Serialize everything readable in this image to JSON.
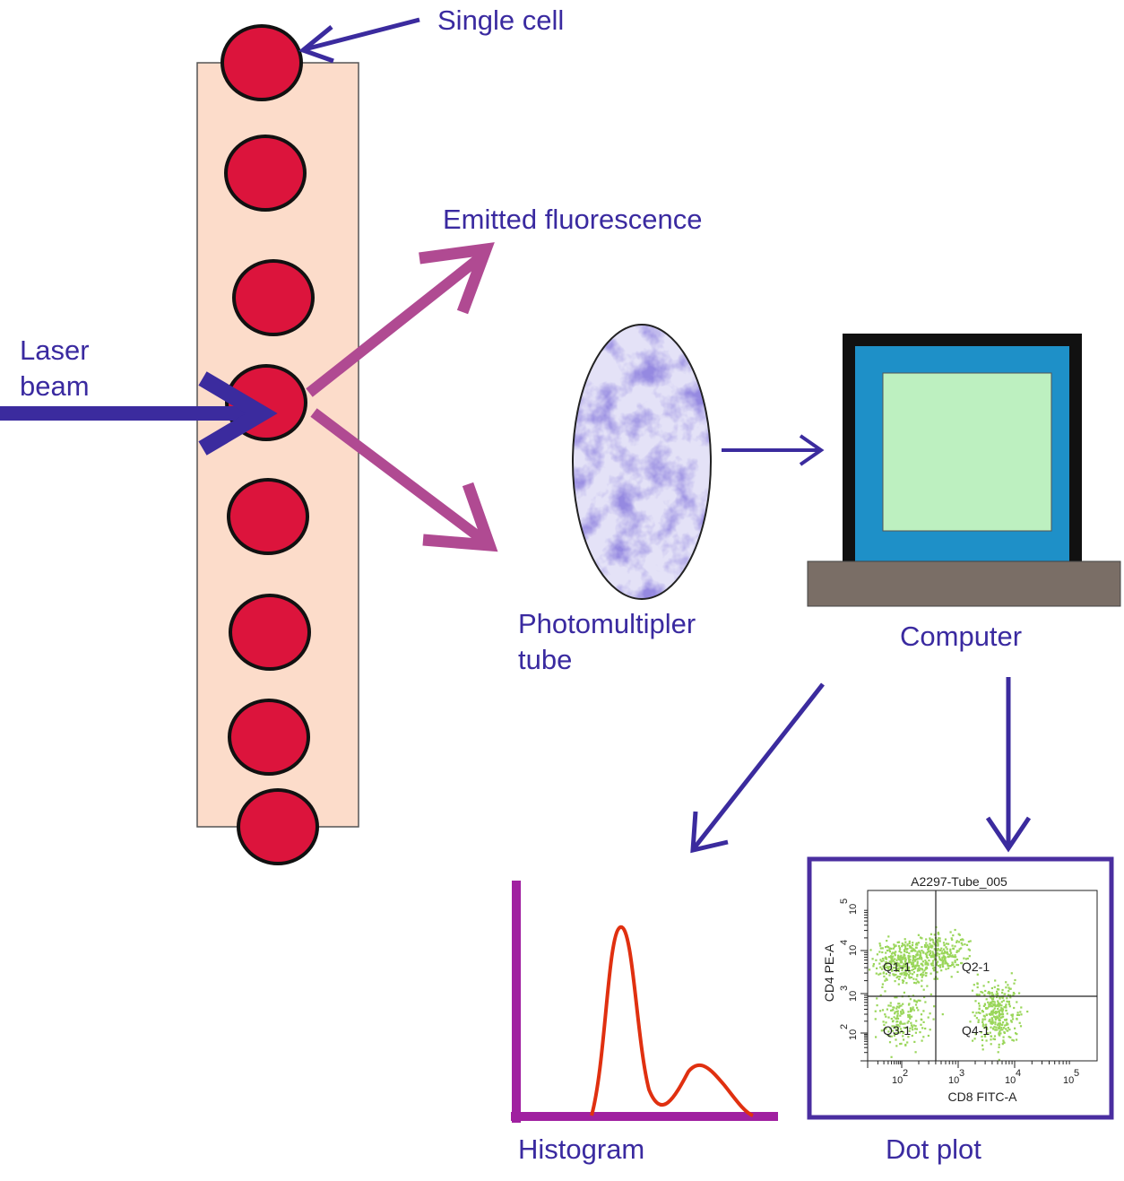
{
  "labels": {
    "single_cell": "Single cell",
    "emitted_fluorescence": "Emitted fluorescence",
    "laser_line1": "Laser",
    "laser_line2": "beam",
    "pmt_line1": "Photomultipler",
    "pmt_line2": "tube",
    "computer": "Computer",
    "histogram": "Histogram",
    "dot_plot": "Dot plot"
  },
  "dot_plot": {
    "title": "A2297-Tube_005",
    "xlabel": "CD8 FITC-A",
    "ylabel": "CD4 PE-A",
    "quadrants": [
      "Q1-1",
      "Q2-1",
      "Q3-1",
      "Q4-1"
    ],
    "x_ticks": [
      "10",
      "10",
      "10",
      "10"
    ],
    "x_exps": [
      "2",
      "3",
      "4",
      "5"
    ],
    "y_ticks": [
      "10",
      "10",
      "10",
      "10"
    ],
    "y_exps": [
      "2",
      "3",
      "4",
      "5"
    ]
  },
  "colors": {
    "label": "#3a2aa0",
    "arrow_blue": "#3b2b9e",
    "arrow_magenta": "#b04a92",
    "cell": "#dc143c",
    "channel": "#fcdcca",
    "histogram_axis": "#a020a0",
    "histogram_curve": "#e03010",
    "monitor_frame": "#111111",
    "monitor_bezel": "#1e90c8",
    "monitor_screen": "#bdf0c0",
    "base": "#7a6e66",
    "dot_green": "#9ad65a"
  }
}
